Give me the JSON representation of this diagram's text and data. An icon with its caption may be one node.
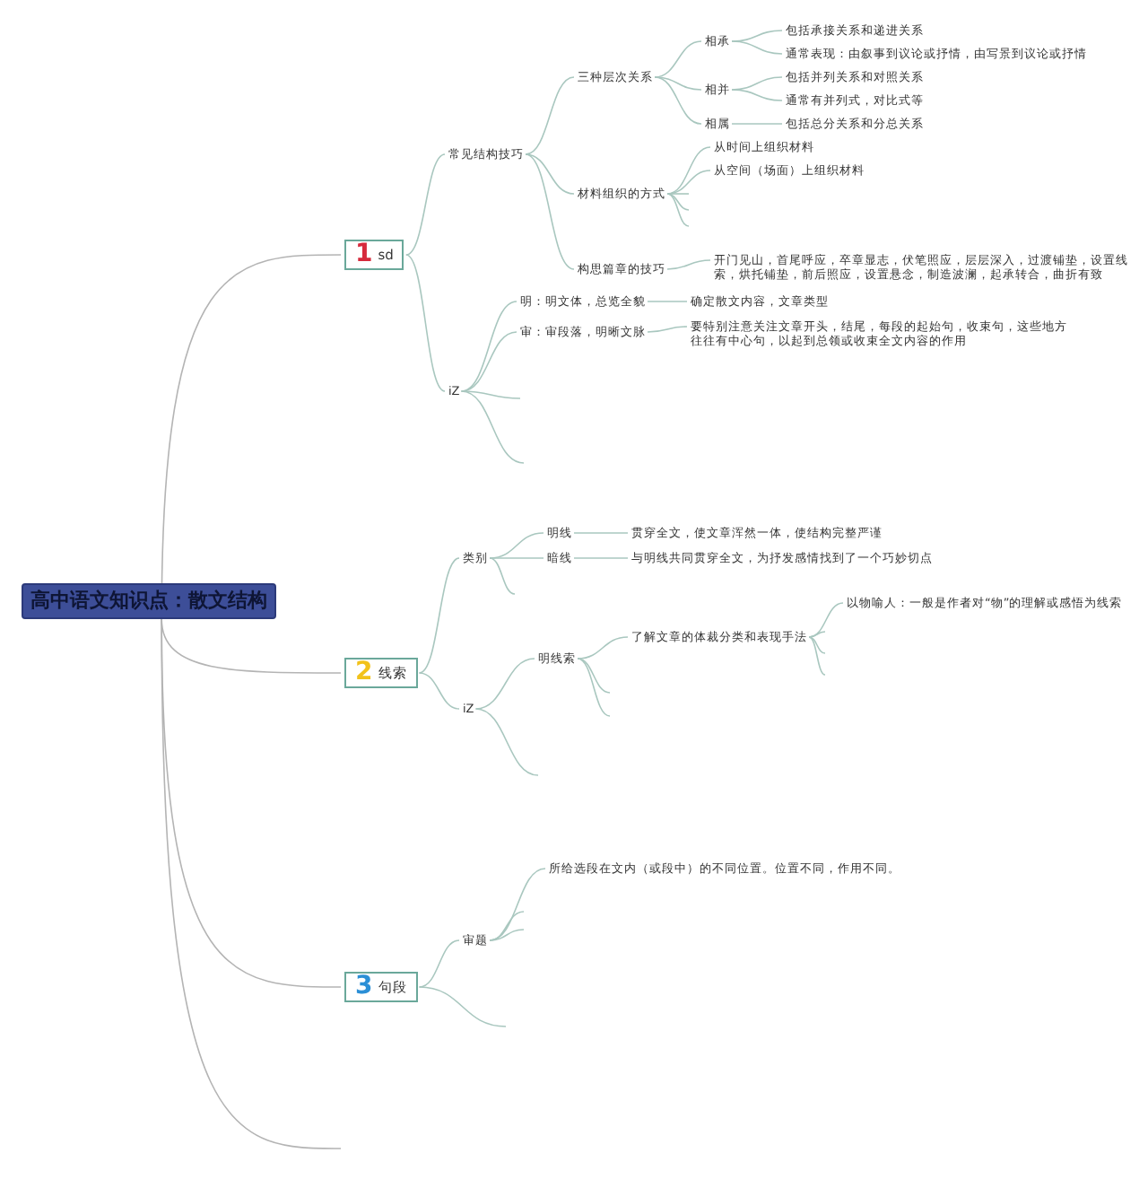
{
  "diagram": {
    "nodes": [
      {
        "text": [
          "高中语文知识点：散文结构"
        ]
      },
      {
        "text": [
          "1",
          "sd"
        ]
      },
      {
        "text": [
          "常见结构技巧"
        ]
      },
      {
        "text": [
          "三种层次关系"
        ]
      },
      {
        "text": [
          "相承"
        ]
      },
      {
        "text": [
          "包括承接关系和递进关系"
        ]
      },
      {
        "text": [
          "通常表现：由叙事到议论或抒情，由写景到议论或抒情"
        ]
      },
      {
        "text": [
          "相并"
        ]
      },
      {
        "text": [
          "包括并列关系和对照关系"
        ]
      },
      {
        "text": [
          "通常有并列式，对比式等"
        ]
      },
      {
        "text": [
          "相属"
        ]
      },
      {
        "text": [
          "包括总分关系和分总关系"
        ]
      },
      {
        "text": [
          "材料组织的方式"
        ]
      },
      {
        "text": [
          "从时间上组织材料"
        ]
      },
      {
        "text": [
          "从空间（场面）上组织材料"
        ]
      },
      {
        "text": [
          "构思篇章的技巧"
        ]
      },
      {
        "text": [
          "开门见山，首尾呼应，卒章显志，伏笔照应，层层深入，过渡铺垫，设置线索，烘托铺垫，前后照应，设置悬念，制造波澜，起承转合，曲折有致"
        ]
      },
      {
        "text": [
          "iZ"
        ]
      },
      {
        "text": [
          "明：明文体，总览全貌"
        ]
      },
      {
        "text": [
          "确定散文内容，文章类型"
        ]
      },
      {
        "text": [
          "审：审段落，明晰文脉"
        ]
      },
      {
        "text": [
          "要特别注意关注文章开头，结尾，每段的起始句，收束句，这些地方往往有中心句，以起到总领或收束全文内容的作用"
        ]
      },
      {
        "text": [
          "2",
          "线索"
        ]
      },
      {
        "text": [
          "类别"
        ]
      },
      {
        "text": [
          "明线"
        ]
      },
      {
        "text": [
          "贯穿全文，使文章浑然一体，使结构完整严谨"
        ]
      },
      {
        "text": [
          "暗线"
        ]
      },
      {
        "text": [
          "与明线共同贯穿全文，为抒发感情找到了一个巧妙切点"
        ]
      },
      {
        "text": [
          "iZ"
        ]
      },
      {
        "text": [
          "明线索"
        ]
      },
      {
        "text": [
          "了解文章的体裁分类和表现手法"
        ]
      },
      {
        "text": [
          "以物喻人：一般是作者对“物”的理解或感悟为线索"
        ]
      },
      {
        "text": [
          "3",
          "句段"
        ]
      },
      {
        "text": [
          "审题"
        ]
      },
      {
        "text": [
          "所给选段在文内（或段中）的不同位置。位置不同，作用不同。"
        ]
      }
    ],
    "edges": [
      {
        "from": 0,
        "to": 1,
        "arrow": "none",
        "color": "#b4b4b4"
      },
      {
        "from": 1,
        "to": 2,
        "arrow": "none"
      },
      {
        "from": 2,
        "to": 3,
        "arrow": "none"
      },
      {
        "from": 3,
        "to": 4,
        "arrow": "none"
      },
      {
        "from": 4,
        "to": 5,
        "arrow": "none"
      },
      {
        "from": 4,
        "to": 6,
        "arrow": "none"
      },
      {
        "from": 3,
        "to": 7,
        "arrow": "none"
      },
      {
        "from": 7,
        "to": 8,
        "arrow": "none"
      },
      {
        "from": 7,
        "to": 9,
        "arrow": "none"
      },
      {
        "from": 3,
        "to": 10,
        "arrow": "none"
      },
      {
        "from": 10,
        "to": 11,
        "arrow": "none"
      },
      {
        "from": 2,
        "to": 12,
        "arrow": "none"
      },
      {
        "from": 12,
        "to": 13,
        "arrow": "none"
      },
      {
        "from": 12,
        "to": 14,
        "arrow": "none"
      },
      {
        "from": 12,
        "to": null,
        "arrow": "none"
      },
      {
        "from": 12,
        "to": null,
        "arrow": "none"
      },
      {
        "from": 12,
        "to": null,
        "arrow": "none"
      },
      {
        "from": 2,
        "to": 15,
        "arrow": "none"
      },
      {
        "from": 15,
        "to": 16,
        "arrow": "none"
      },
      {
        "from": 1,
        "to": 17,
        "arrow": "none"
      },
      {
        "from": 17,
        "to": 18,
        "arrow": "none"
      },
      {
        "from": 18,
        "to": 19,
        "arrow": "none"
      },
      {
        "from": 17,
        "to": 20,
        "arrow": "none"
      },
      {
        "from": 20,
        "to": 21,
        "arrow": "none"
      },
      {
        "from": 17,
        "to": null,
        "arrow": "none"
      },
      {
        "from": 17,
        "to": null,
        "arrow": "none"
      },
      {
        "from": 0,
        "to": 22,
        "arrow": "none",
        "color": "#b4b4b4"
      },
      {
        "from": 22,
        "to": 23,
        "arrow": "none"
      },
      {
        "from": 23,
        "to": 24,
        "arrow": "none"
      },
      {
        "from": 24,
        "to": 25,
        "arrow": "none"
      },
      {
        "from": 23,
        "to": 26,
        "arrow": "none"
      },
      {
        "from": 26,
        "to": 27,
        "arrow": "none"
      },
      {
        "from": 23,
        "to": null,
        "arrow": "none"
      },
      {
        "from": 22,
        "to": 28,
        "arrow": "none"
      },
      {
        "from": 28,
        "to": 29,
        "arrow": "none"
      },
      {
        "from": 29,
        "to": 30,
        "arrow": "none"
      },
      {
        "from": 30,
        "to": 31,
        "arrow": "none"
      },
      {
        "from": 30,
        "to": null,
        "arrow": "none"
      },
      {
        "from": 30,
        "to": null,
        "arrow": "none"
      },
      {
        "from": 30,
        "to": null,
        "arrow": "none"
      },
      {
        "from": 29,
        "to": null,
        "arrow": "none"
      },
      {
        "from": 29,
        "to": null,
        "arrow": "none"
      },
      {
        "from": 28,
        "to": null,
        "arrow": "none"
      },
      {
        "from": 0,
        "to": 32,
        "arrow": "none",
        "color": "#b4b4b4"
      },
      {
        "from": 32,
        "to": 33,
        "arrow": "none"
      },
      {
        "from": 33,
        "to": 34,
        "arrow": "none"
      },
      {
        "from": 33,
        "to": null,
        "arrow": "none"
      },
      {
        "from": 33,
        "to": null,
        "arrow": "none"
      },
      {
        "from": 32,
        "to": null,
        "arrow": "none"
      },
      {
        "from": 0,
        "to": null,
        "arrow": "none",
        "color": "#b4b4b4"
      }
    ]
  }
}
